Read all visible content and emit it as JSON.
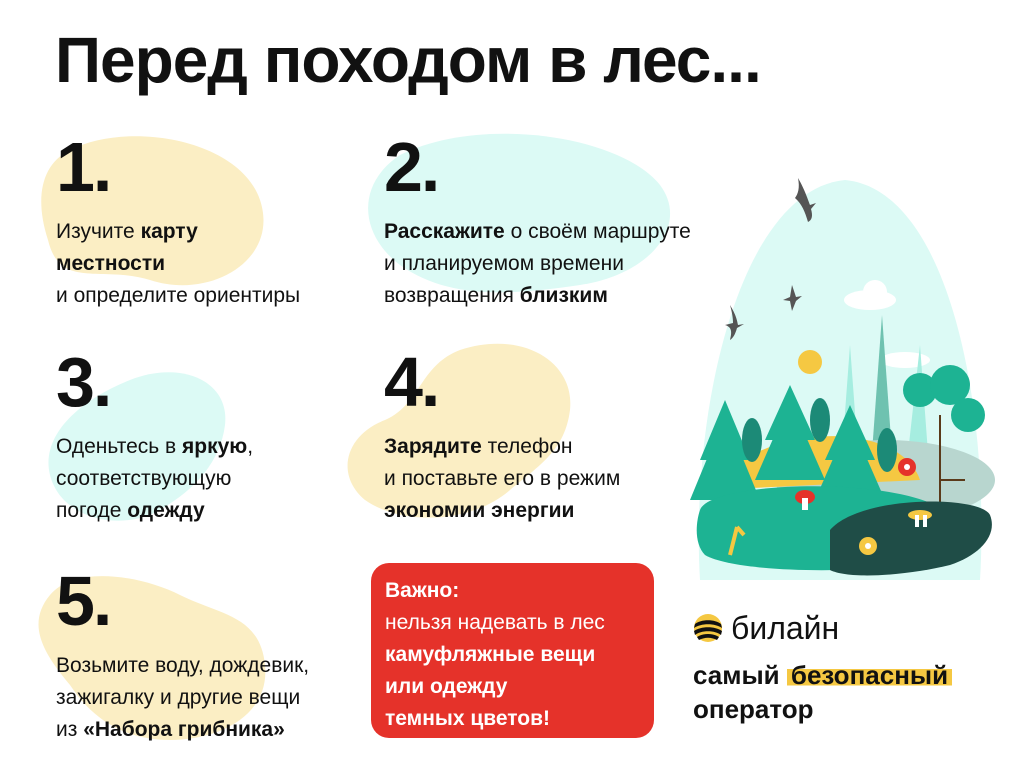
{
  "title": "Перед походом в лес...",
  "tips": [
    {
      "number": "1.",
      "lines": [
        [
          {
            "t": "Изучите ",
            "b": false
          },
          {
            "t": "карту",
            "b": true
          }
        ],
        [
          {
            "t": "местности",
            "b": true
          }
        ],
        [
          {
            "t": "и определите ориентиры",
            "b": false
          }
        ]
      ]
    },
    {
      "number": "2.",
      "lines": [
        [
          {
            "t": "Расскажите",
            "b": true
          },
          {
            "t": " о своём маршруте",
            "b": false
          }
        ],
        [
          {
            "t": "и планируемом времени",
            "b": false
          }
        ],
        [
          {
            "t": "возвращения ",
            "b": false
          },
          {
            "t": "близким",
            "b": true
          }
        ]
      ]
    },
    {
      "number": "3.",
      "lines": [
        [
          {
            "t": "Оденьтесь в ",
            "b": false
          },
          {
            "t": "яркую",
            "b": true
          },
          {
            "t": ",",
            "b": false
          }
        ],
        [
          {
            "t": "соответствующую",
            "b": false
          }
        ],
        [
          {
            "t": "погоде ",
            "b": false
          },
          {
            "t": "одежду",
            "b": true
          }
        ]
      ]
    },
    {
      "number": "4.",
      "lines": [
        [
          {
            "t": "Зарядите",
            "b": true
          },
          {
            "t": " телефон",
            "b": false
          }
        ],
        [
          {
            "t": "и поставьте его в режим",
            "b": false
          }
        ],
        [
          {
            "t": "экономии энергии",
            "b": true
          }
        ]
      ]
    },
    {
      "number": "5.",
      "lines": [
        [
          {
            "t": "Возьмите воду, дождевик,",
            "b": false
          }
        ],
        [
          {
            "t": "зажигалку и другие вещи",
            "b": false
          }
        ],
        [
          {
            "t": "из ",
            "b": false
          },
          {
            "t": "«Набора грибника»",
            "b": true
          }
        ]
      ]
    }
  ],
  "warning": {
    "heading": "Важно:",
    "line1": "нельзя надевать в лес",
    "line2": "камуфляжные вещи",
    "line3": "или одежду",
    "line4": "темных цветов!"
  },
  "brand": {
    "name": "билайн",
    "slogan_pre": "самый ",
    "slogan_highlight": "безопасный",
    "slogan_post": "оператор"
  },
  "colors": {
    "yellow_blob": "#fbeec4",
    "mint_blob": "#dcfaf5",
    "warning_red": "#e5322a",
    "brand_yellow": "#f5c842",
    "teal": "#1db393",
    "dark_green": "#1f4d47"
  },
  "icons": {
    "brand_logo": "beeline-striped-ball-icon",
    "illustration": "forest-illustration"
  }
}
